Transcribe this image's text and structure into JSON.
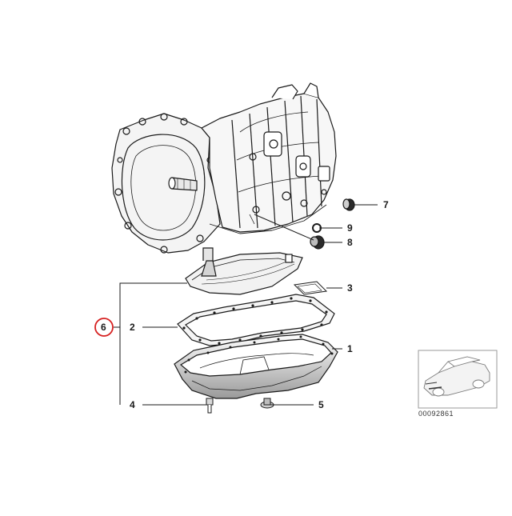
{
  "diagram": {
    "callouts": [
      {
        "id": "c1",
        "label": "1"
      },
      {
        "id": "c2",
        "label": "2"
      },
      {
        "id": "c3",
        "label": "3"
      },
      {
        "id": "c4",
        "label": "4"
      },
      {
        "id": "c5",
        "label": "5"
      },
      {
        "id": "c6",
        "label": "6",
        "highlighted": true
      },
      {
        "id": "c7",
        "label": "7"
      },
      {
        "id": "c8",
        "label": "8"
      },
      {
        "id": "c9",
        "label": "9"
      }
    ],
    "reference_number": "00092861",
    "highlight_color": "#d62020",
    "line_color": "#1a1a1a"
  }
}
